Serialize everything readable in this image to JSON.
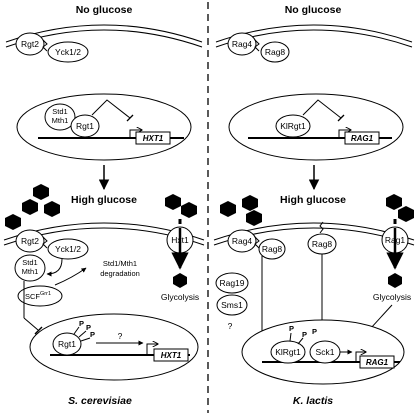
{
  "left": {
    "header_top": "No glucose",
    "header_mid": "High glucose",
    "species": "S. cerevisiae",
    "top_membrane": {
      "sensor": "Rgt2",
      "kinase": "Yck1/2"
    },
    "top_nucleus": {
      "corepressor_line1": "Std1",
      "corepressor_line2": "Mth1",
      "repressor": "Rgt1",
      "gene": "HXT1"
    },
    "bottom": {
      "sensor": "Rgt2",
      "kinase": "Yck1/2",
      "transporter": "Hxt1",
      "corepressor_line1": "Std1",
      "corepressor_line2": "Mth1",
      "degradation_line1": "Std1/Mth1",
      "degradation_line2": "degradation",
      "scf": "SCF",
      "scf_sup": "Grr1",
      "glycolysis": "Glycolysis",
      "repressor": "Rgt1",
      "phospho": "P",
      "unknown": "?",
      "gene": "HXT1"
    }
  },
  "right": {
    "header_top": "No glucose",
    "header_mid": "High glucose",
    "species": "K. lactis",
    "top_membrane": {
      "sensor": "Rag4",
      "kinase": "Rag8"
    },
    "top_nucleus": {
      "repressor": "KlRgt1",
      "gene": "RAG1"
    },
    "bottom": {
      "sensor": "Rag4",
      "kinase1": "Rag8",
      "kinase2": "Rag8",
      "transporter": "Rag1",
      "rag19": "Rag19",
      "sms1": "Sms1",
      "unknown": "?",
      "glycolysis": "Glycolysis",
      "repressor": "KlRgt1",
      "activator": "Sck1",
      "phospho": "P",
      "gene": "RAG1"
    }
  }
}
